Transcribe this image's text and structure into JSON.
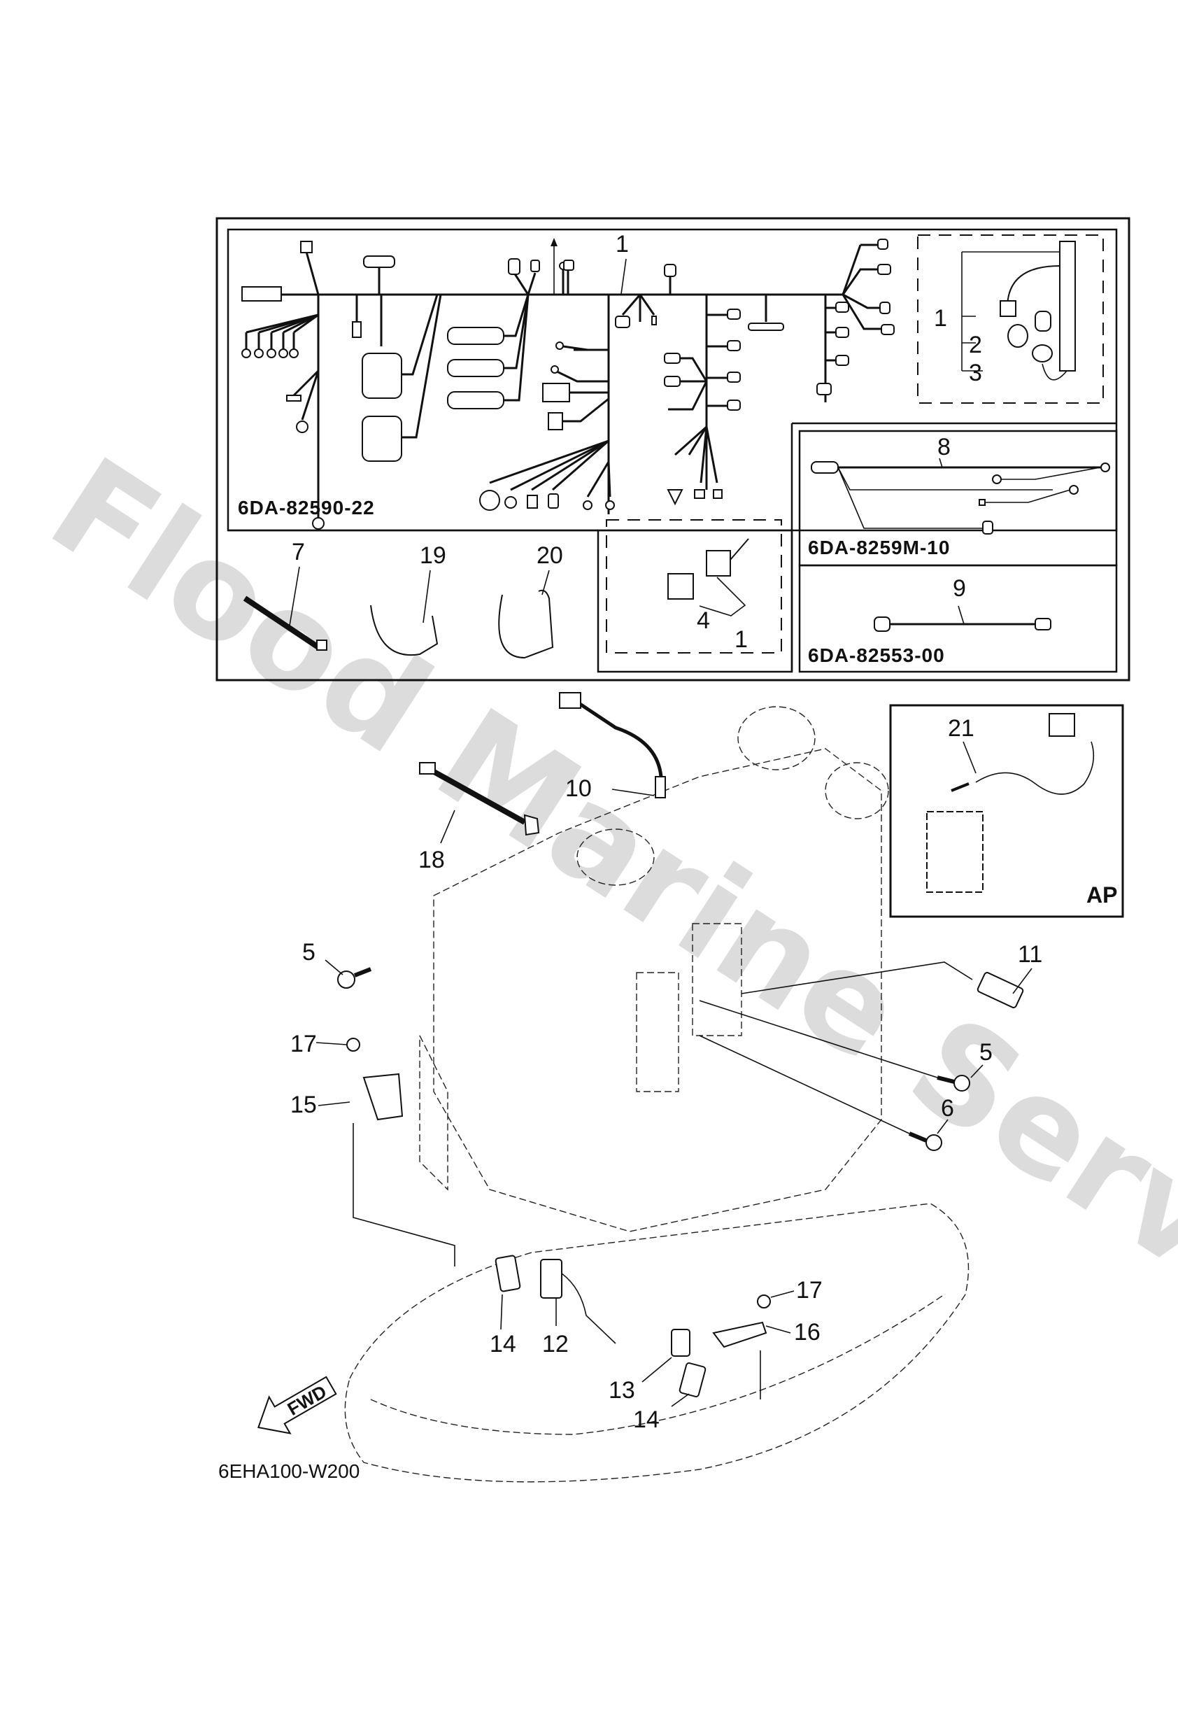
{
  "watermark": {
    "text": "Flood Marine Services",
    "color": "#dcdcdc"
  },
  "diagram": {
    "title_reference": "6EHA100-W200",
    "direction_arrow": {
      "label": "FWD"
    },
    "panels": {
      "main_harness": {
        "part_number": "6DA-82590-22",
        "callout": "1"
      },
      "harness_detail": {
        "callouts": [
          "1",
          "2",
          "3"
        ]
      },
      "accessories": {
        "callouts": [
          "7",
          "19",
          "20"
        ]
      },
      "connector_kit": {
        "callouts": [
          "4",
          "1"
        ]
      },
      "sub_harness_8": {
        "part_number": "6DA-8259M-10",
        "callout": "8"
      },
      "sub_harness_9": {
        "part_number": "6DA-82553-00",
        "callout": "9"
      },
      "ap_option": {
        "label": "AP",
        "callout": "21"
      }
    },
    "engine_callouts": [
      "10",
      "18",
      "5",
      "17",
      "15",
      "11",
      "5",
      "6",
      "14",
      "12",
      "17",
      "16",
      "13",
      "14"
    ]
  }
}
